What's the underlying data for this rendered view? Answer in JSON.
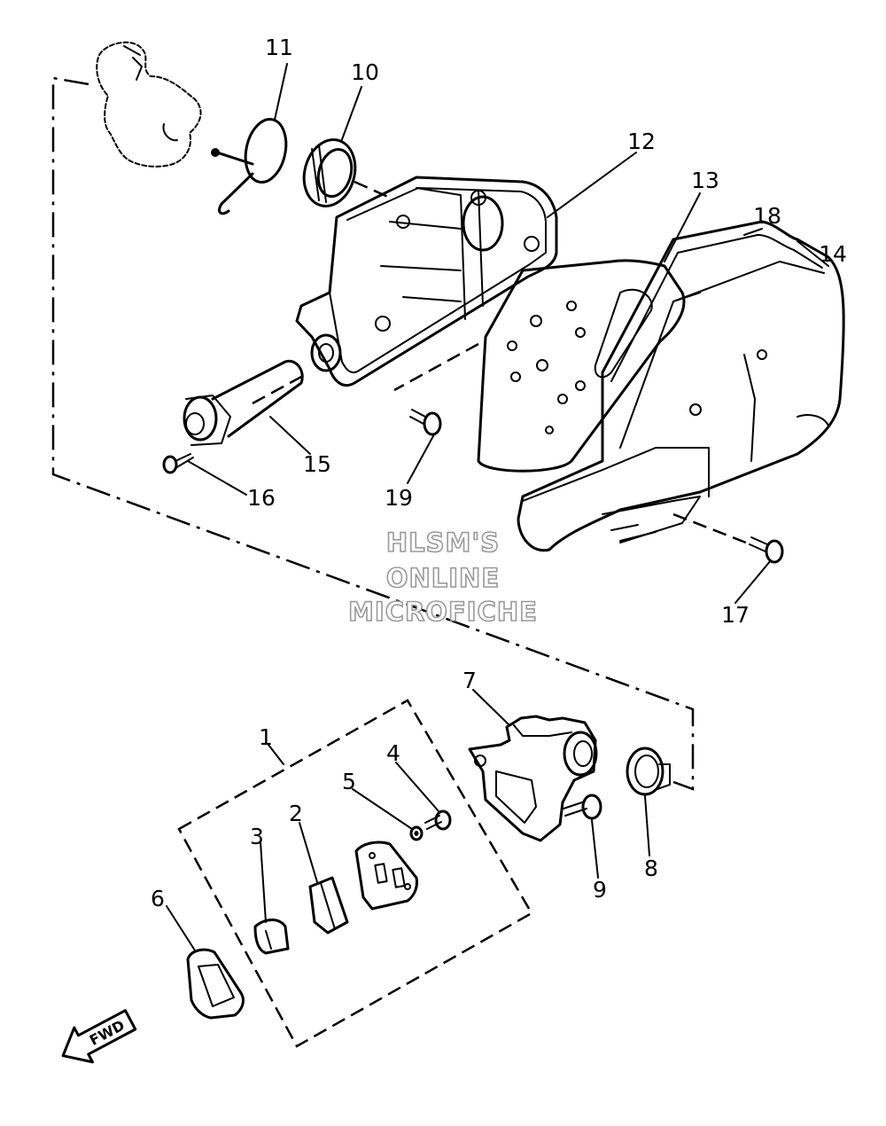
{
  "watermark": {
    "line1": "HLSM'S",
    "line2": "ONLINE",
    "line3": "MICROFICHE"
  },
  "direction_arrow": {
    "label": "FWD",
    "icon": "fwd-arrow-icon"
  },
  "callouts": [
    {
      "num": "1"
    },
    {
      "num": "2"
    },
    {
      "num": "3"
    },
    {
      "num": "4"
    },
    {
      "num": "5"
    },
    {
      "num": "6"
    },
    {
      "num": "7"
    },
    {
      "num": "8"
    },
    {
      "num": "9"
    },
    {
      "num": "10"
    },
    {
      "num": "11"
    },
    {
      "num": "12"
    },
    {
      "num": "13"
    },
    {
      "num": "14"
    },
    {
      "num": "15"
    },
    {
      "num": "16"
    },
    {
      "num": "17"
    },
    {
      "num": "18"
    },
    {
      "num": "19"
    }
  ]
}
